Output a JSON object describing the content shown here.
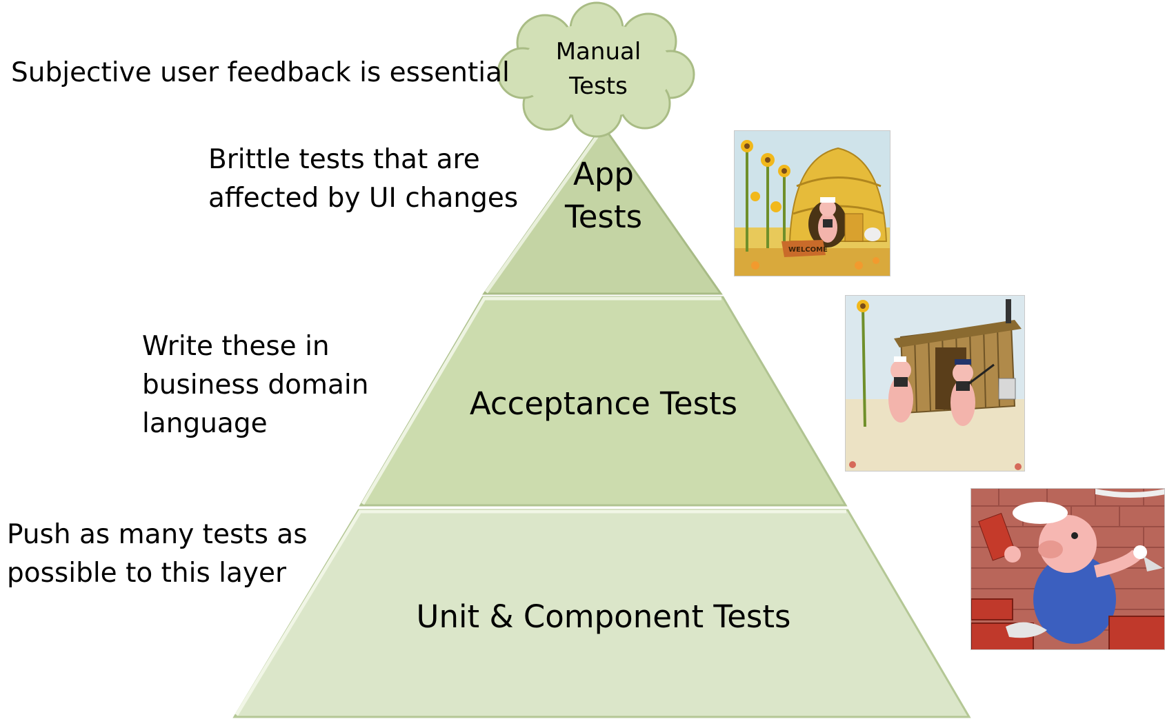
{
  "pyramid": {
    "tiers": [
      {
        "id": "app",
        "label_lines": [
          "App",
          "Tests"
        ]
      },
      {
        "id": "acceptance",
        "label_lines": [
          "Acceptance Tests"
        ]
      },
      {
        "id": "unit",
        "label_lines": [
          "Unit & Component Tests"
        ]
      }
    ],
    "cloud": {
      "label_lines": [
        "Manual",
        "Tests"
      ]
    }
  },
  "notes": {
    "manual": [
      "Subjective user feedback is essential"
    ],
    "app": [
      "Brittle tests that are",
      "affected by UI changes"
    ],
    "acceptance": [
      "Write these in",
      "business domain",
      "language"
    ],
    "unit": [
      "Push as many tests as",
      "possible to this layer"
    ]
  },
  "images": {
    "straw_house": {
      "icon": "straw-house-pig-illustration",
      "doormat_text": "WELCOME"
    },
    "stick_house": {
      "icon": "stick-house-pigs-illustration"
    },
    "brick_builder": {
      "icon": "bricklayer-pig-illustration"
    }
  },
  "colors": {
    "tier_app": "#c4d4a4",
    "tier_acceptance": "#ccdcae",
    "tier_unit": "#dbe6c9",
    "cloud_fill": "#d2e0b6",
    "cloud_stroke": "#a9bc85",
    "edge_light": "#eef4e2",
    "edge_dark": "#a8bb86"
  }
}
